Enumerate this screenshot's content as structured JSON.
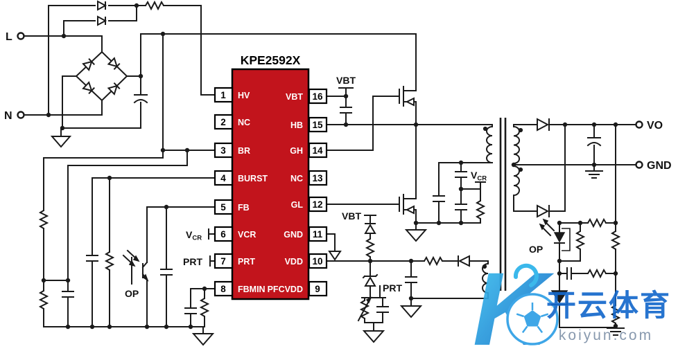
{
  "ic": {
    "title": "KPE2592X",
    "pins_left": [
      {
        "n": "1",
        "label": "HV"
      },
      {
        "n": "2",
        "label": "NC"
      },
      {
        "n": "3",
        "label": "BR"
      },
      {
        "n": "4",
        "label": "BURST"
      },
      {
        "n": "5",
        "label": "FB"
      },
      {
        "n": "6",
        "label": "VCR"
      },
      {
        "n": "7",
        "label": "PRT"
      },
      {
        "n": "8",
        "label": "FBMIN"
      }
    ],
    "pins_right": [
      {
        "n": "16",
        "label": "VBT"
      },
      {
        "n": "15",
        "label": "HB"
      },
      {
        "n": "14",
        "label": "GH"
      },
      {
        "n": "13",
        "label": "NC"
      },
      {
        "n": "12",
        "label": "GL"
      },
      {
        "n": "11",
        "label": "GND"
      },
      {
        "n": "10",
        "label": "VDD"
      },
      {
        "n": "9",
        "label": "PFCVDD"
      }
    ]
  },
  "terminals": {
    "line": "L",
    "neutral": "N",
    "vout": "VO",
    "ground": "GND"
  },
  "net_labels": {
    "vbt_bootstrap": "VBT",
    "vbt_supply": "VBT",
    "vcr_main": "V",
    "vcr_sub": "CR",
    "prt": "PRT",
    "opto_primary": "OP",
    "opto_secondary": "OP"
  },
  "watermark": {
    "logo_letter": "K",
    "brand": "开云体育",
    "domain": "koiyun.com"
  },
  "colors": {
    "ic_fill": "#c2141c",
    "net_label_blue": "#1e3a6e",
    "watermark_blue": "#1569cb",
    "watermark_gray": "#7e91a8"
  }
}
